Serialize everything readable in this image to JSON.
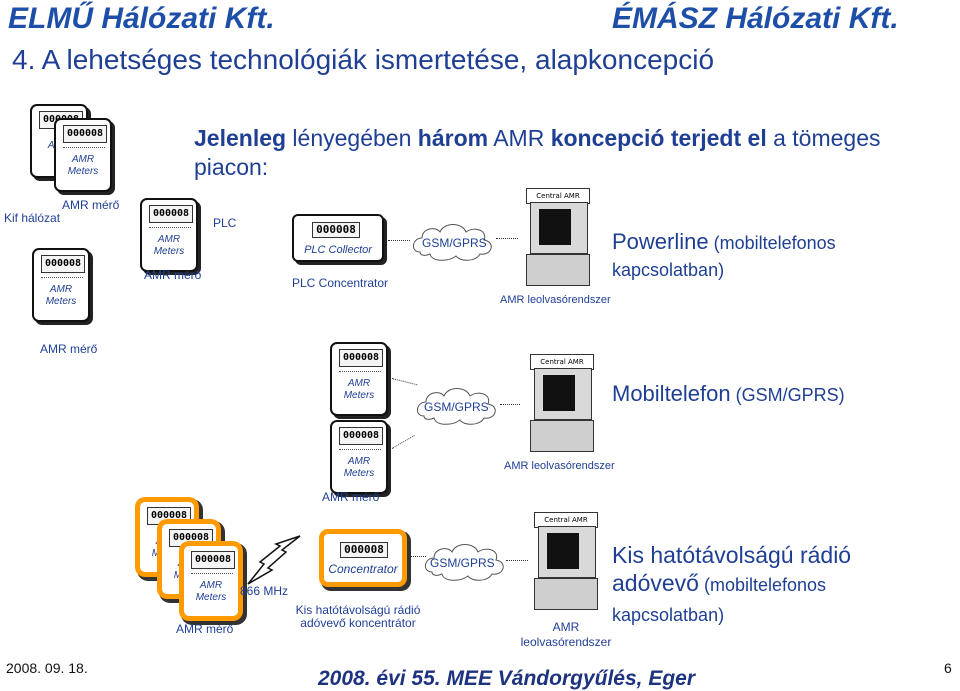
{
  "header": {
    "left": "ELMŰ Hálózati Kft.",
    "right": "ÉMÁSZ Hálózati Kft."
  },
  "slide_title": "4. A lehetséges technológiák ismertetése, alapkoncepció",
  "intro": {
    "p1": "Jelenleg",
    "p2": " lényegében ",
    "p3": "három",
    "p4": " AMR ",
    "p5": "koncepció terjedt el",
    "p6": " a tömeges piacon:"
  },
  "meter": {
    "display": "000008",
    "label_line1": "AMR",
    "label_line2": "Meters"
  },
  "row1": {
    "kif": "Kif hálózat",
    "amr_mero_top": "AMR mérő",
    "amr_mero_bottom": "AMR mérő",
    "plc": "PLC",
    "collector": "PLC Collector",
    "concentrator": "PLC Concentrator",
    "gsm": "GSM/GPRS",
    "amr_system": "AMR leolvasórendszer",
    "pc_tag": "Central AMR system",
    "desc_bold": "Powerline",
    "desc_rest1": " (mobiltelefonos",
    "desc_rest2": "kapcsolatban)"
  },
  "row2": {
    "amr_mero_top": "AMR mérő",
    "amr_mero_bottom": "AMR mérő",
    "gsm": "GSM/GPRS",
    "amr_system": "AMR leolvasórendszer",
    "pc_tag": "Central AMR system",
    "desc_bold": "Mobiltelefon",
    "desc_rest": " (GSM/GPRS)"
  },
  "row3": {
    "freq": "866 MHz",
    "amr_mero": "AMR mérő",
    "concentrator": "Concentrator",
    "conc_label1": "Kis hatótávolságú rádió",
    "conc_label2": "adóvevő koncentrátor",
    "gsm": "GSM/GPRS",
    "amr_sys1": "AMR",
    "amr_sys2": "leolvasórendszer",
    "pc_tag": "Central AMR system",
    "desc_line1": "Kis hatótávolságú rádió",
    "desc_line2a": "adóvevő",
    "desc_line2b": " (mobiltelefonos",
    "desc_line3": "kapcsolatban)"
  },
  "footer": {
    "date": "2008. 09. 18.",
    "event": "2008. évi 55. MEE Vándorgyűlés, Eger",
    "page": "6"
  },
  "colors": {
    "title_blue": "#1f3f94",
    "accent_orange": "#ff9a00"
  }
}
